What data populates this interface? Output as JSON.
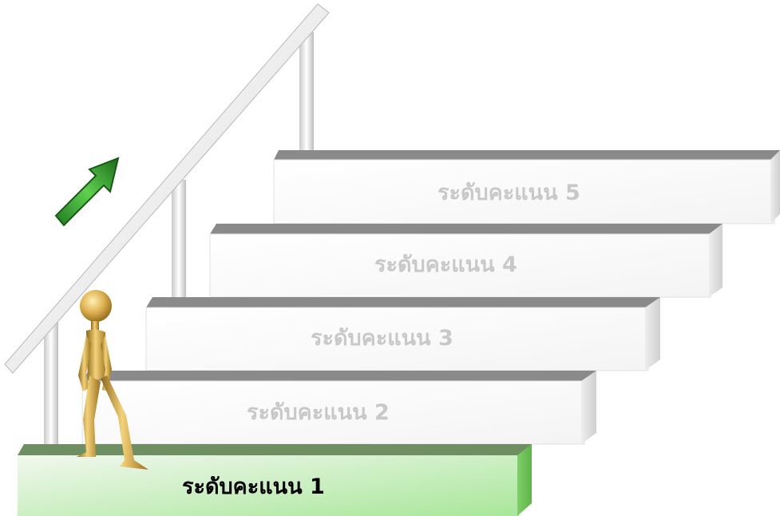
{
  "steps": [
    {
      "label": "ระดับคะแนน 1",
      "active": true
    },
    {
      "label": "ระดับคะแนน 2",
      "active": false
    },
    {
      "label": "ระดับคะแนน 3",
      "active": false
    },
    {
      "label": "ระดับคะแนน 4",
      "active": false
    },
    {
      "label": "ระดับคะแนน 5",
      "active": false
    }
  ],
  "colors": {
    "active_step": "#b9eaa6",
    "active_step_top": "#6f8e62",
    "inactive_step_top": "#8a8a8a",
    "inactive_step_face": "#ffffff",
    "inactive_text": "#c8c8c8",
    "arrow": "#2f9e2f",
    "figure": "#d4a845"
  },
  "icons": [
    "up-arrow-icon",
    "gold-figure-icon"
  ]
}
